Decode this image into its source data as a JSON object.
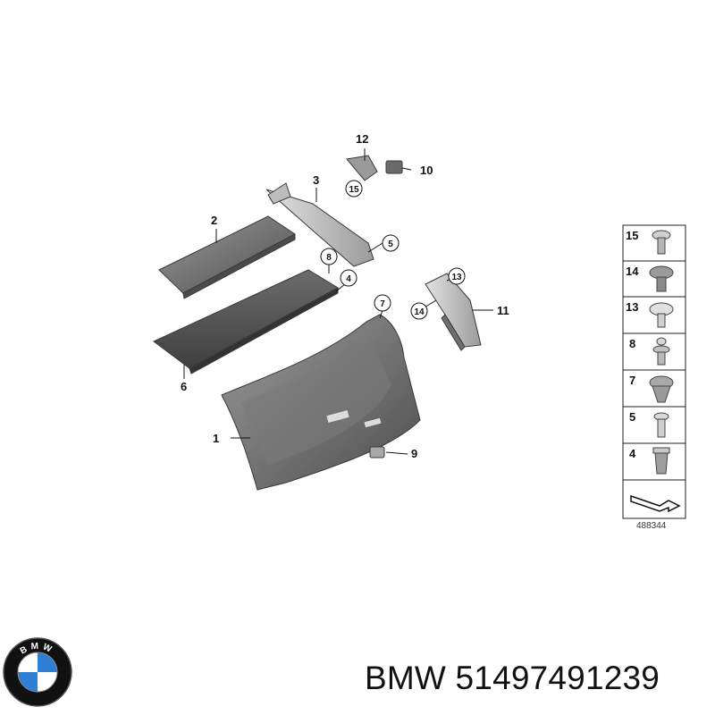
{
  "callouts": {
    "c1": "1",
    "c2": "2",
    "c3": "3",
    "c4": "4",
    "c5": "5",
    "c6": "6",
    "c7": "7",
    "c8": "8",
    "c9": "9",
    "c10": "10",
    "c11": "11",
    "c12": "12",
    "c13": "13",
    "c14": "14",
    "c15": "15"
  },
  "legend": {
    "items": [
      "15",
      "14",
      "13",
      "8",
      "7",
      "5",
      "4"
    ],
    "diagram_id": "488344"
  },
  "caption": {
    "brand": "BMW",
    "part_number": "51497491239"
  },
  "logo": {
    "letters": "BMW",
    "colors": {
      "blue": "#2f7fd6",
      "white": "#ffffff",
      "ring": "#111111"
    }
  },
  "colors": {
    "part_dark": "#5c5c5c",
    "part_mid": "#8a8a8a",
    "part_light": "#c9c9c9"
  }
}
